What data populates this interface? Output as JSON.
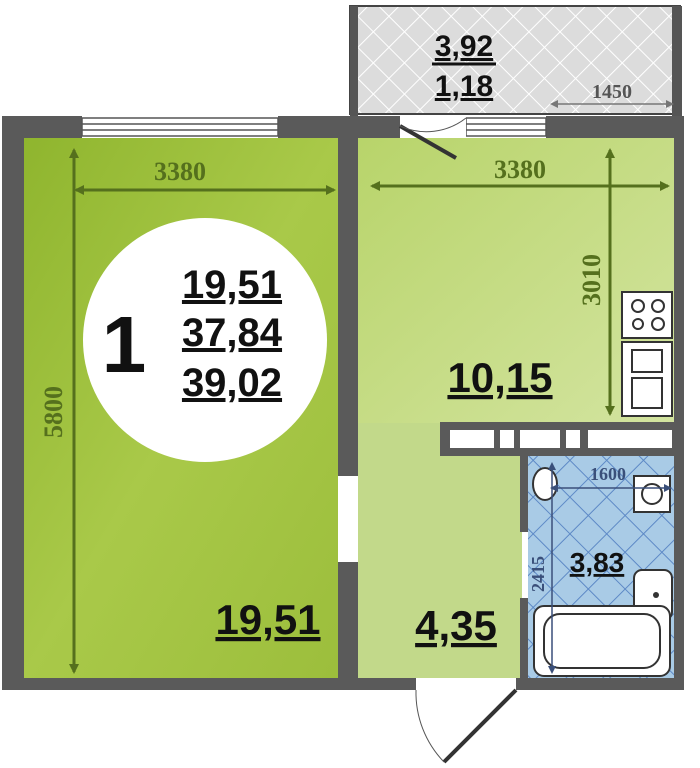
{
  "apartment": {
    "rooms_count": "1",
    "living_area": "19,51",
    "total_area": "37,84",
    "total_area_with_balcony": "39,02"
  },
  "rooms": {
    "living_room": {
      "area": "19,51",
      "width_mm": "3380",
      "length_mm": "5800"
    },
    "kitchen": {
      "area": "10,15",
      "width_mm": "3380",
      "length_mm": "3010"
    },
    "hallway": {
      "area": "4,35"
    },
    "bathroom": {
      "area": "3,83",
      "width_mm": "1600",
      "length_mm": "2415"
    },
    "balcony": {
      "area_full": "3,92",
      "area_reduced": "1,18",
      "length_mm": "1450"
    }
  },
  "colors": {
    "living_green": "#9fc13a",
    "kitchen_green": "#c7dc86",
    "hall_green": "#c2d98a",
    "bath_blue": "#a9cbe6",
    "wall_gray": "#5a5a5a",
    "dimension_green": "#55701d"
  }
}
